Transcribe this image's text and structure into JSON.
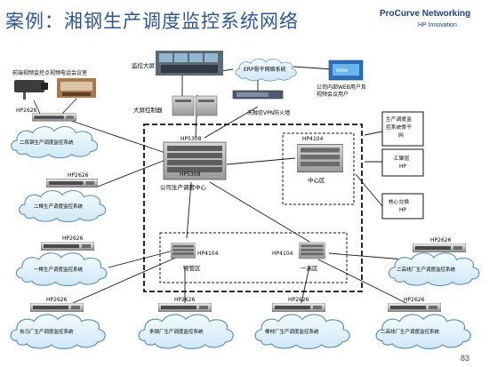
{
  "header": {
    "title": "案例：湘钢生产调度监控系统网络",
    "logo_main": "ProCurve Networking",
    "logo_sub": "HP Innovation"
  },
  "page_number": "83",
  "colors": {
    "title": "#2a56a0",
    "cloud_fill": "#e2f1fb",
    "cloud_stroke": "#5b8fb8",
    "line": "#1a1a1a"
  },
  "diagram": {
    "left_top": {
      "camera_label": "前端视频监控点",
      "videoconf_label": "视频电话会议室",
      "switch_model": "HP2626",
      "cloud_label": "二炼钢生产调度监控系统"
    },
    "left_clouds": [
      {
        "switch_model": "HP2626",
        "cloud_label": "二棒生产调度监控系统"
      },
      {
        "switch_model": "HP2626",
        "cloud_label": "一棒生产调度监控系统"
      }
    ],
    "bottom_clouds": [
      {
        "switch_model": "HP2626",
        "cloud_label": "炭马厂生产调度监控系统"
      },
      {
        "switch_model": "HP2626",
        "cloud_label": "条钢厂生产调度监控系统"
      },
      {
        "switch_model": "HP2626",
        "cloud_label": "棒材厂生产调度监控系统"
      },
      {
        "switch_model": "HP2626",
        "cloud_label": "二高线厂生产调度监控系统"
      }
    ],
    "right_cloud": {
      "switch_model": "HP2626",
      "cloud_label": "二高线厂生产调度监控系统"
    },
    "top": {
      "monitor_wall_label": "监控大屏",
      "screen_controller_label": "大屏控制器",
      "erp_label": "ERP骨干网络系统",
      "web_users_label": "公司内部WEB用户及视频会议用户",
      "vpn_label": "天融信VPN防火墙"
    },
    "core": {
      "main_model": "HP5308",
      "main_label": "公司生产调度中心",
      "center_model": "HP4104",
      "center_label": "中心区",
      "wuguan_model": "HP4104",
      "wuguan_label": "物管区",
      "gaoqu_model": "HP4104",
      "gaoqu_label": "一高区"
    },
    "legend": {
      "backbone": "生产调度监控系统骨干网",
      "aggregation": "汇聚层HP",
      "core_switch": "核心交换HP"
    }
  }
}
